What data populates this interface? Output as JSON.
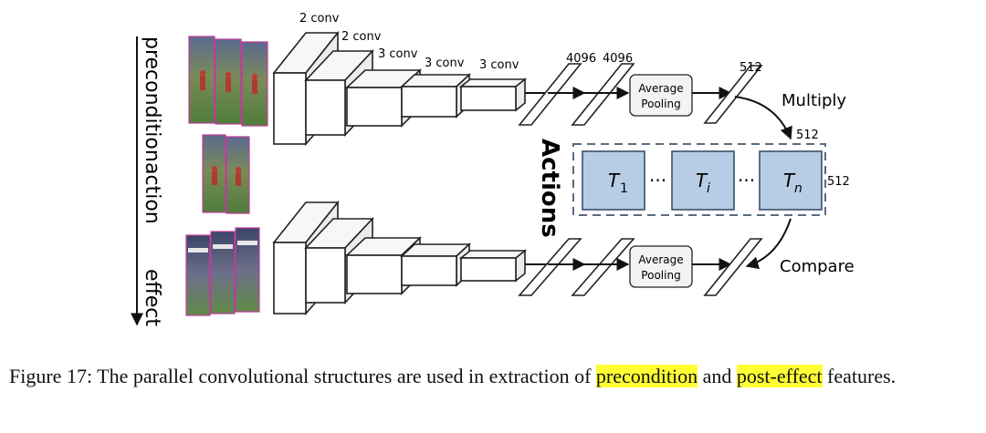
{
  "left_axis": {
    "labels": [
      "precondition",
      "action",
      "effect"
    ]
  },
  "conv_labels": [
    "2 conv",
    "2 conv",
    "3 conv",
    "3 conv",
    "3 conv"
  ],
  "fc_labels": [
    "4096",
    "4096"
  ],
  "pooling_label": [
    "Average",
    "Pooling"
  ],
  "dim_labels": {
    "top_512": "512",
    "mid_512": "512",
    "side_512": "512"
  },
  "multiply_label": "Multiply",
  "compare_label": "Compare",
  "actions_title": "Actions",
  "action_boxes": [
    {
      "base": "T",
      "sub": "1"
    },
    {
      "base": "T",
      "sub": "i"
    },
    {
      "base": "T",
      "sub": "n"
    }
  ],
  "ellipsis": "···",
  "caption": {
    "prefix": "Figure 17: The parallel convolutional structures are used in extraction of ",
    "hl1": "precondition",
    "mid": " and ",
    "hl2a": "post-",
    "hl2b": "effect",
    "suffix": " features."
  },
  "colors": {
    "highlight": "#ffff33",
    "action_box": "#b7cde6",
    "frame_border": "#c23a9b"
  }
}
